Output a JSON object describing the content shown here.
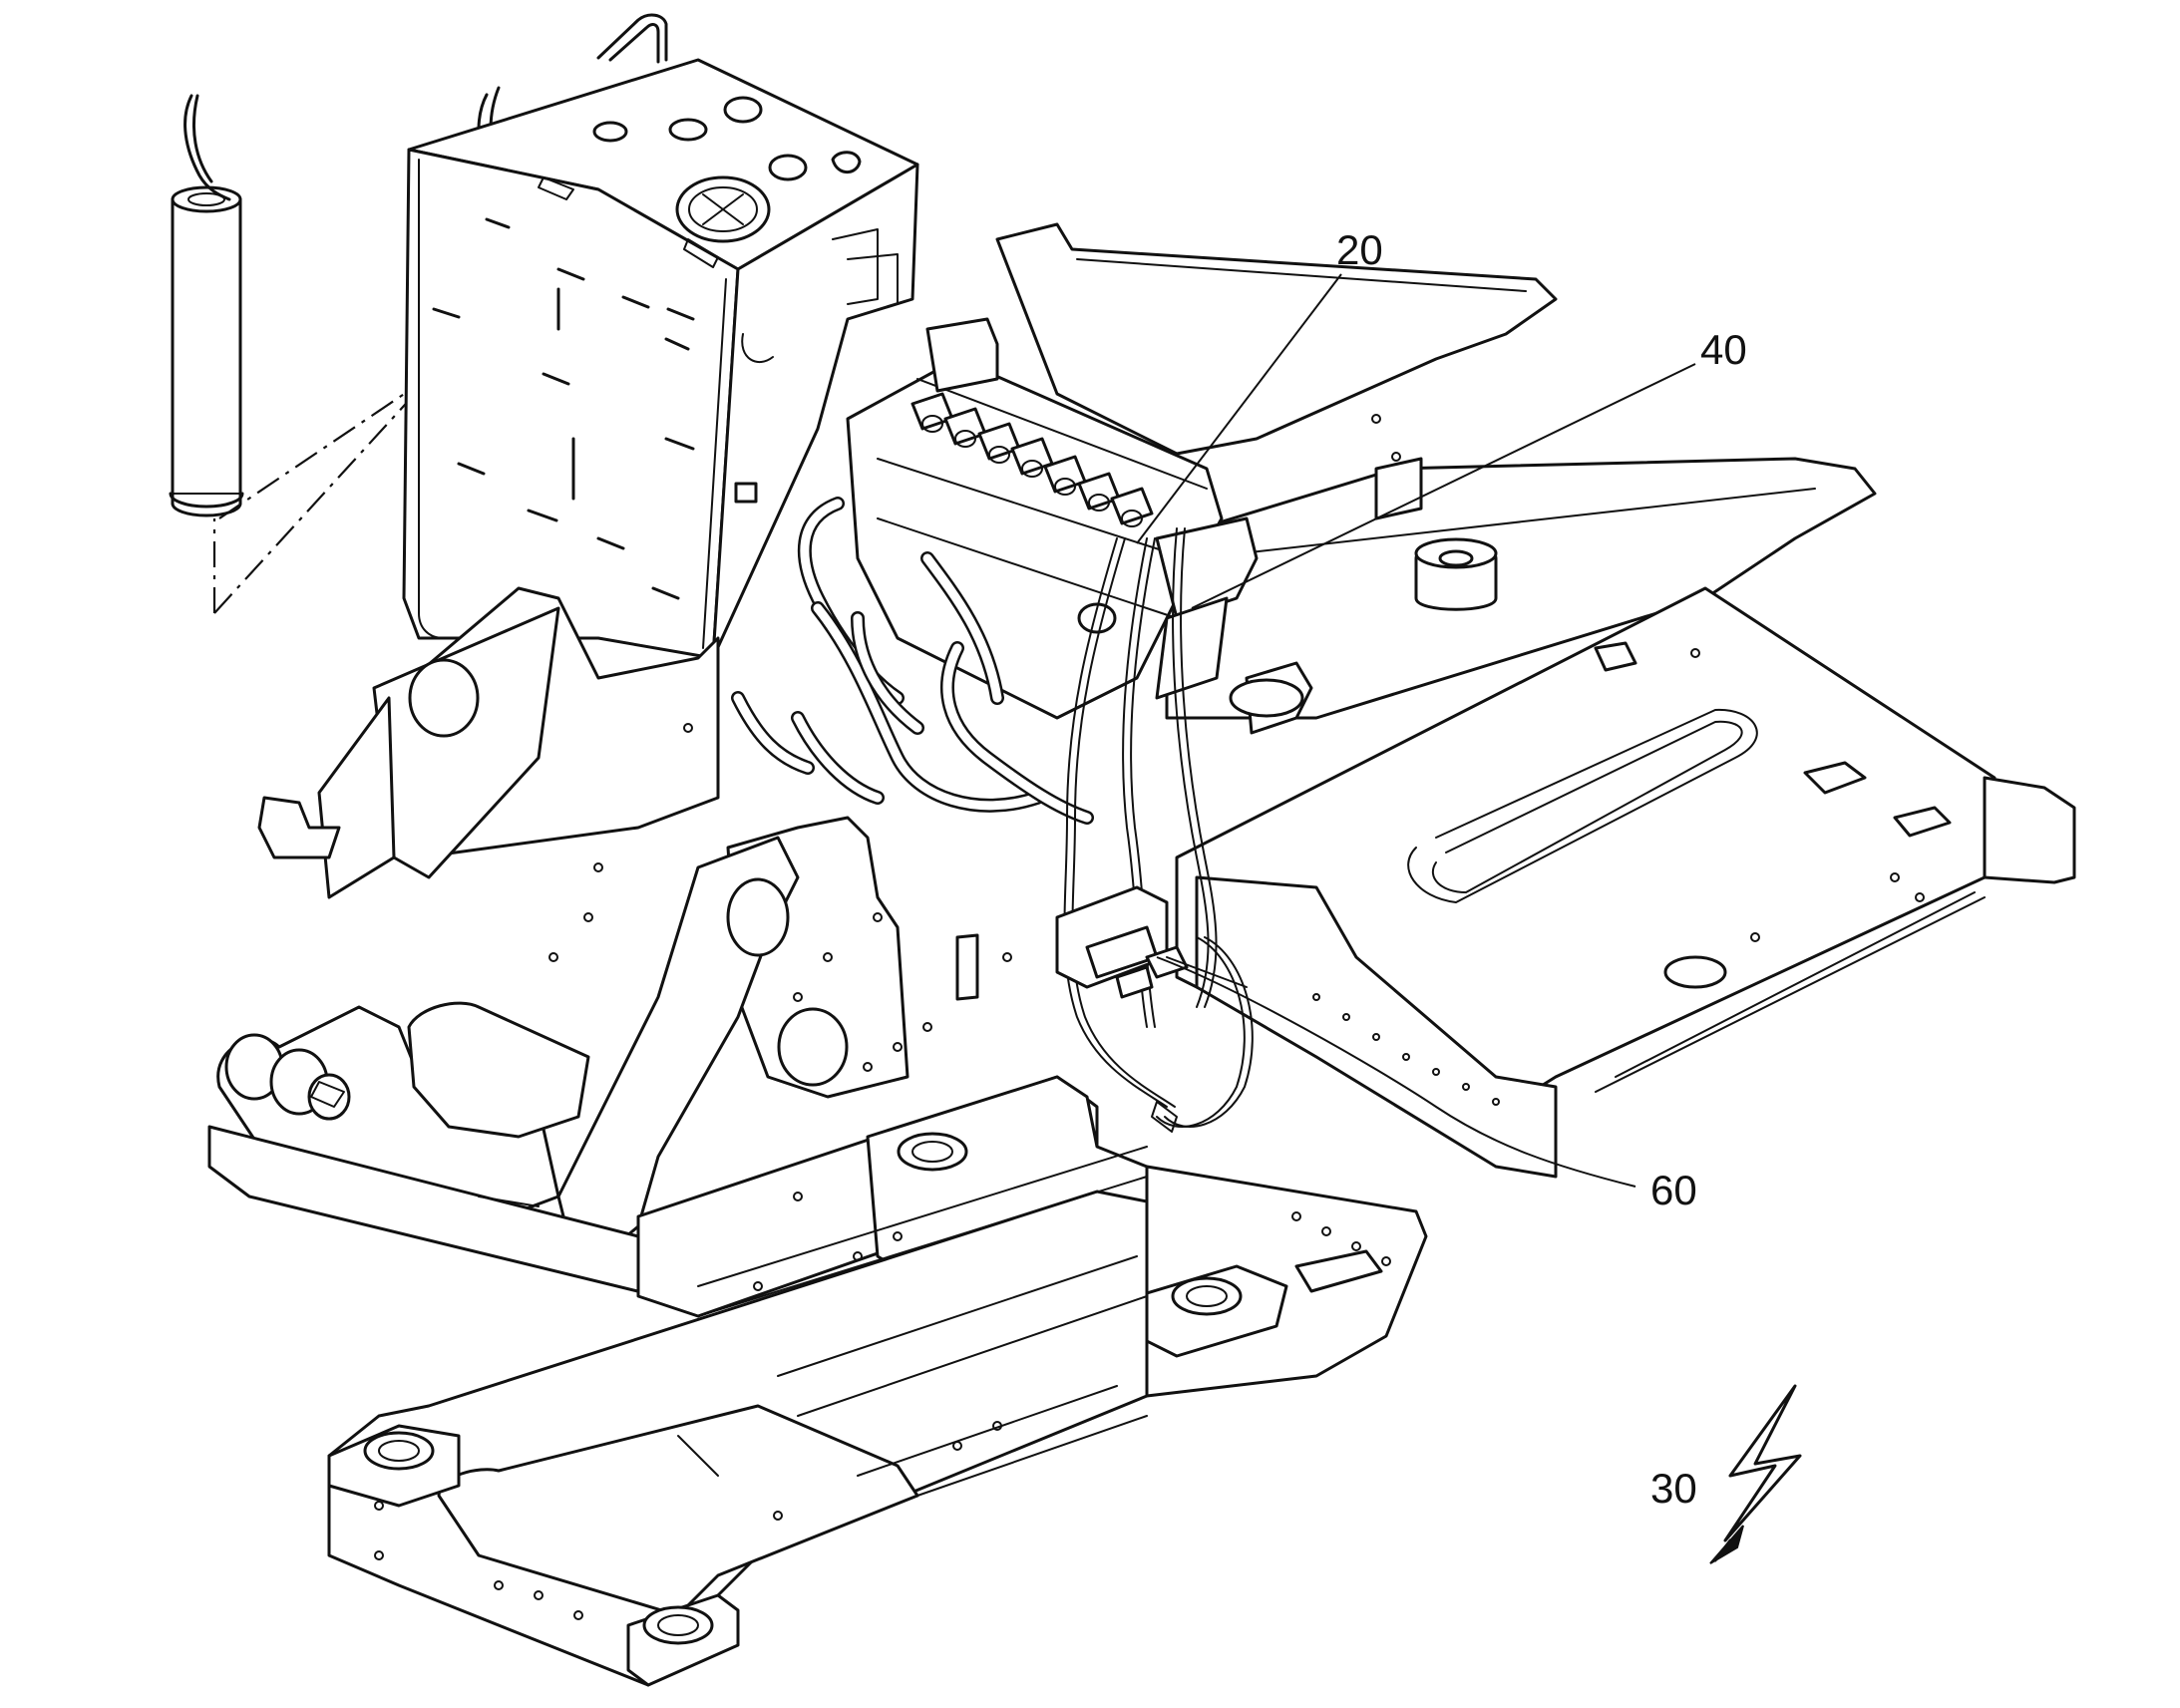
{
  "callouts": {
    "c20": "20",
    "c40": "40",
    "c60": "60",
    "c30": "30"
  },
  "icons": {
    "electrical": "lightning-bolt-icon",
    "filter": "filter-cartridge-icon"
  }
}
